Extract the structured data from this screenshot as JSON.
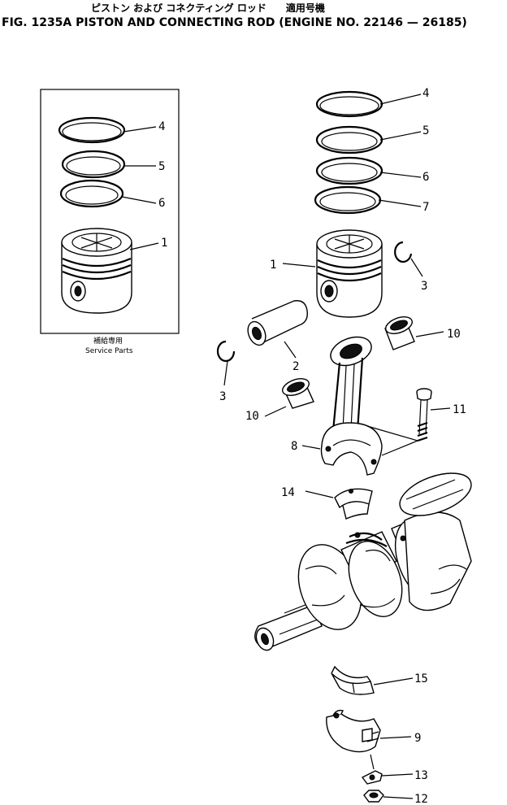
{
  "header": {
    "japanese_title": "ピストン および コネクティング ロッド　　適用号機",
    "figure_title": "FIG. 1235A  PISTON AND CONNECTING ROD (ENGINE NO. 22146 — 26185)"
  },
  "service_box": {
    "caption_ja": "補給専用",
    "caption_en": "Service Parts"
  },
  "callouts": {
    "sp4": "4",
    "sp5": "5",
    "sp6": "6",
    "sp1": "1",
    "r4": "4",
    "r5": "5",
    "r6": "6",
    "r7": "7",
    "piston": "1",
    "snap_right": "3",
    "snap_left": "3",
    "pin": "2",
    "bush_right": "10",
    "bush_left": "10",
    "bolt": "11",
    "rod": "8",
    "bearing_upper": "14",
    "bearing_lower": "15",
    "cap": "9",
    "washer": "13",
    "nut": "12"
  }
}
